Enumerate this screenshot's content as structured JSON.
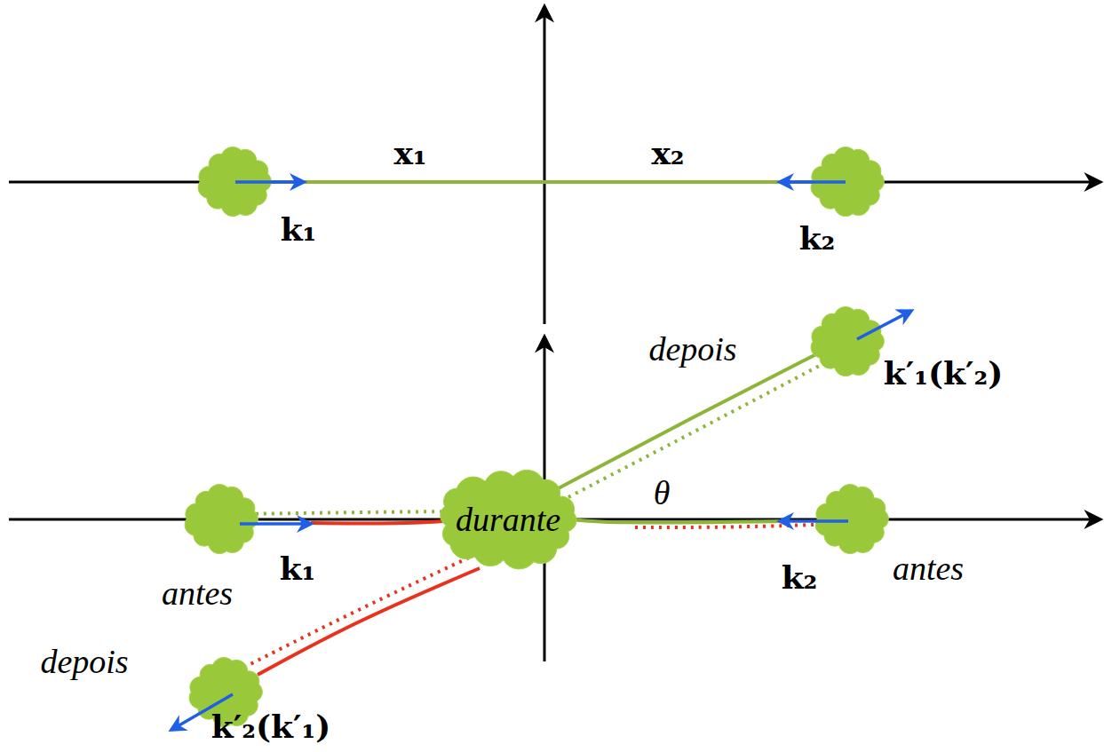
{
  "diagram": {
    "nodes": [
      {
        "text": [
          "durante"
        ]
      }
    ],
    "labels": [
      "x₁",
      "x₂",
      "k₁",
      "k₂",
      "depois",
      "k′₁(k′₂)",
      "θ",
      "k₁",
      "antes",
      "k₂",
      "antes",
      "depois",
      "k′₂(k′₁)"
    ]
  }
}
